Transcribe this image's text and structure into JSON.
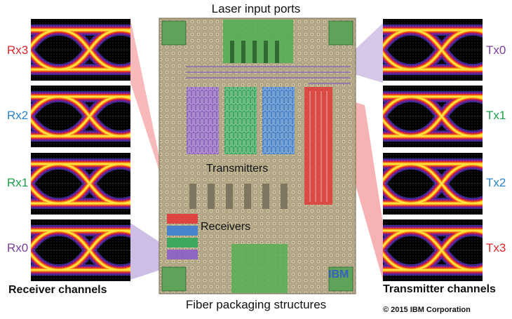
{
  "labels": {
    "top": "Laser input ports",
    "bottom": "Fiber packaging structures",
    "receiver_channels": "Receiver channels",
    "transmitter_channels": "Transmitter channels",
    "copyright": "© 2015 IBM Corporation",
    "transmitters": "Transmitters",
    "receivers": "Receivers",
    "logo": "IBM"
  },
  "receiver_channels": [
    {
      "label": "Rx3",
      "color": "#e0262b"
    },
    {
      "label": "Rx2",
      "color": "#2a83c9"
    },
    {
      "label": "Rx1",
      "color": "#1ca04a"
    },
    {
      "label": "Rx0",
      "color": "#7b3fa0"
    }
  ],
  "transmitter_channels": [
    {
      "label": "Tx0",
      "color": "#7b3fa0"
    },
    {
      "label": "Tx1",
      "color": "#1ca04a"
    },
    {
      "label": "Tx2",
      "color": "#2a83c9"
    },
    {
      "label": "Tx3",
      "color": "#e0262b"
    }
  ],
  "colors": {
    "red": "#e0262b",
    "blue": "#2a83c9",
    "green": "#1ca04a",
    "purple": "#7b3fa0",
    "chip": "#b8ad8c",
    "eye_bg": "#000000",
    "eye_hot": "#ffe23a",
    "eye_warm": "#e02a1a"
  }
}
